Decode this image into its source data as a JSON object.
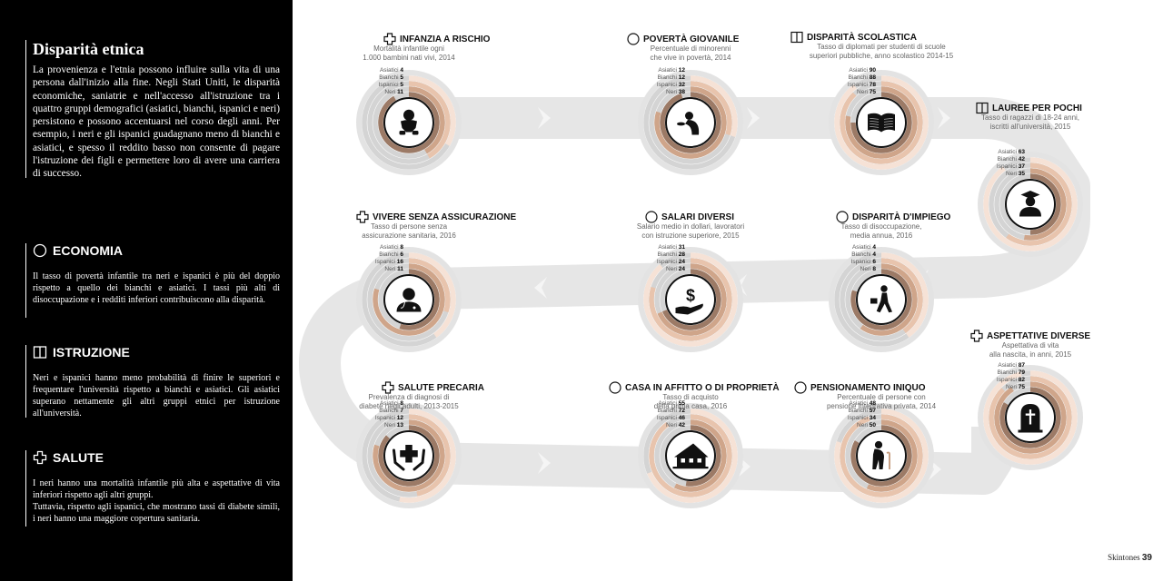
{
  "intro": {
    "title": "Disparità etnica",
    "text": "La provenienza e l'etnia possono influire sulla vita di una persona dall'inizio alla fine. Negli Stati Uniti, le disparità economiche, saniatrie e nell'accesso all'istruzione tra i quattro gruppi demografici (asiatici, bianchi, ispanici e neri) persistono e possono accentuarsi nel corso degli anni. Per esempio, i neri e gli ispanici guadagnano meno di bianchi e asiatici, e spesso il reddito basso non consente di pagare l'istruzione dei figli  e permettere loro di avere una carriera di successo."
  },
  "sections": [
    {
      "title": "ECONOMIA",
      "icon": "circle-icon",
      "text": "Il tasso di povertà infantile tra neri e ispanici è più del doppio rispetto a quello dei bianchi e asiatici. I tassi più alti di disoccupazione e i redditi inferiori contribuiscono alla disparità."
    },
    {
      "title": "ISTRUZIONE",
      "icon": "book-icon",
      "text": "Neri e ispanici hanno meno probabilità di finire le superiori e frequentare l'università rispetto a bianchi e asiatici. Gli asiatici superano nettamente gli altri gruppi etnici per istruzione all'università."
    },
    {
      "title": "SALUTE",
      "icon": "cross-icon",
      "text": "I neri hanno una mortalità infantile più alta e aspettative di vita inferiori rispetto agli altri gruppi.\nTuttavia, rispetto agli ispanici, che mostrano tassi di diabete simili, i neri hanno una maggiore copertura sanitaria."
    }
  ],
  "group_labels": [
    "Asiatici",
    "Bianchi",
    "Ispanici",
    "Neri"
  ],
  "colors": {
    "asiatici": "#f6e2d6",
    "bianchi": "#e8c4ad",
    "ispanici": "#cfa58a",
    "neri": "#9c7a66",
    "ring": "#d9d9d9",
    "path": "#e6e6e6"
  },
  "stations": [
    {
      "id": "infanzia",
      "title": "INFANZIA A RISCHIO",
      "icon": "cross-icon",
      "subtitle": "Mortalità infantile ogni\n1.000 bambini nati vivi, 2014",
      "values": [
        4,
        5,
        5,
        11
      ],
      "max": 12,
      "pictogram": "baby-icon"
    },
    {
      "id": "poverta",
      "title": "POVERTÀ GIOVANILE",
      "icon": "circle-icon",
      "subtitle": "Percentuale di minorenni\nche vive in povertà, 2014",
      "values": [
        12,
        12,
        32,
        38
      ],
      "max": 40,
      "pictogram": "beggar-icon"
    },
    {
      "id": "scolastica",
      "title": "DISPARITÀ SCOLASTICA",
      "icon": "book-icon",
      "subtitle": "Tasso di diplomati per studenti di scuole\nsuperiori pubbliche, anno scolastico 2014-15",
      "values": [
        90,
        88,
        78,
        75
      ],
      "max": 100,
      "pictogram": "open-book-icon"
    },
    {
      "id": "lauree",
      "title": "LAUREE PER POCHI",
      "icon": "book-icon",
      "subtitle": "Tasso di ragazzi di 18-24 anni,\niscritti all'università, 2015",
      "values": [
        63,
        42,
        37,
        35
      ],
      "max": 70,
      "pictogram": "graduate-icon"
    },
    {
      "id": "assicurazione",
      "title": "VIVERE SENZA ASSICURAZIONE",
      "icon": "cross-icon",
      "subtitle": "Tasso di persone senza\nassicurazione sanitaria, 2016",
      "values": [
        8,
        6,
        16,
        11
      ],
      "max": 20,
      "pictogram": "doctor-icon"
    },
    {
      "id": "salari",
      "title": "SALARI DIVERSI",
      "icon": "circle-icon",
      "subtitle": "Salario medio in dollari, lavoratori\ncon istruzione superiore, 2015",
      "values": [
        31,
        28,
        24,
        24
      ],
      "max": 35,
      "pictogram": "dollar-hand-icon"
    },
    {
      "id": "impiego",
      "title": "DISPARITÀ D'IMPIEGO",
      "icon": "circle-icon",
      "subtitle": "Tasso di disoccupazione,\nmedia annua, 2016",
      "values": [
        4,
        4,
        6,
        8
      ],
      "max": 10,
      "pictogram": "walking-man-icon"
    },
    {
      "id": "aspettative",
      "title": "ASPETTATIVE DIVERSE",
      "icon": "cross-icon",
      "subtitle": "Aspettativa di vita\nalla nascita, in anni, 2015",
      "values": [
        87,
        79,
        82,
        75
      ],
      "max": 90,
      "pictogram": "tombstone-icon"
    },
    {
      "id": "salute",
      "title": "SALUTE PRECARIA",
      "icon": "cross-icon",
      "subtitle": "Prevalenza di diagnosi di\ndiabete negli adulti, 2013-2015",
      "values": [
        8,
        7,
        12,
        13
      ],
      "max": 15,
      "pictogram": "hands-cross-icon"
    },
    {
      "id": "casa",
      "title": "CASA IN AFFITTO O DI PROPRIETÀ",
      "icon": "circle-icon",
      "subtitle": "Tasso di acquisto\ndella prima casa, 2016",
      "values": [
        55,
        72,
        46,
        42
      ],
      "max": 80,
      "pictogram": "house-icon"
    },
    {
      "id": "pensionamento",
      "title": "PENSIONAMENTO INIQUO",
      "icon": "circle-icon",
      "subtitle": "Percentuale di persone con\npensione integrativa privata, 2014",
      "values": [
        48,
        57,
        34,
        50
      ],
      "max": 60,
      "pictogram": "elderly-icon"
    }
  ],
  "footer": {
    "magazine": "Skintones",
    "page": "39"
  }
}
